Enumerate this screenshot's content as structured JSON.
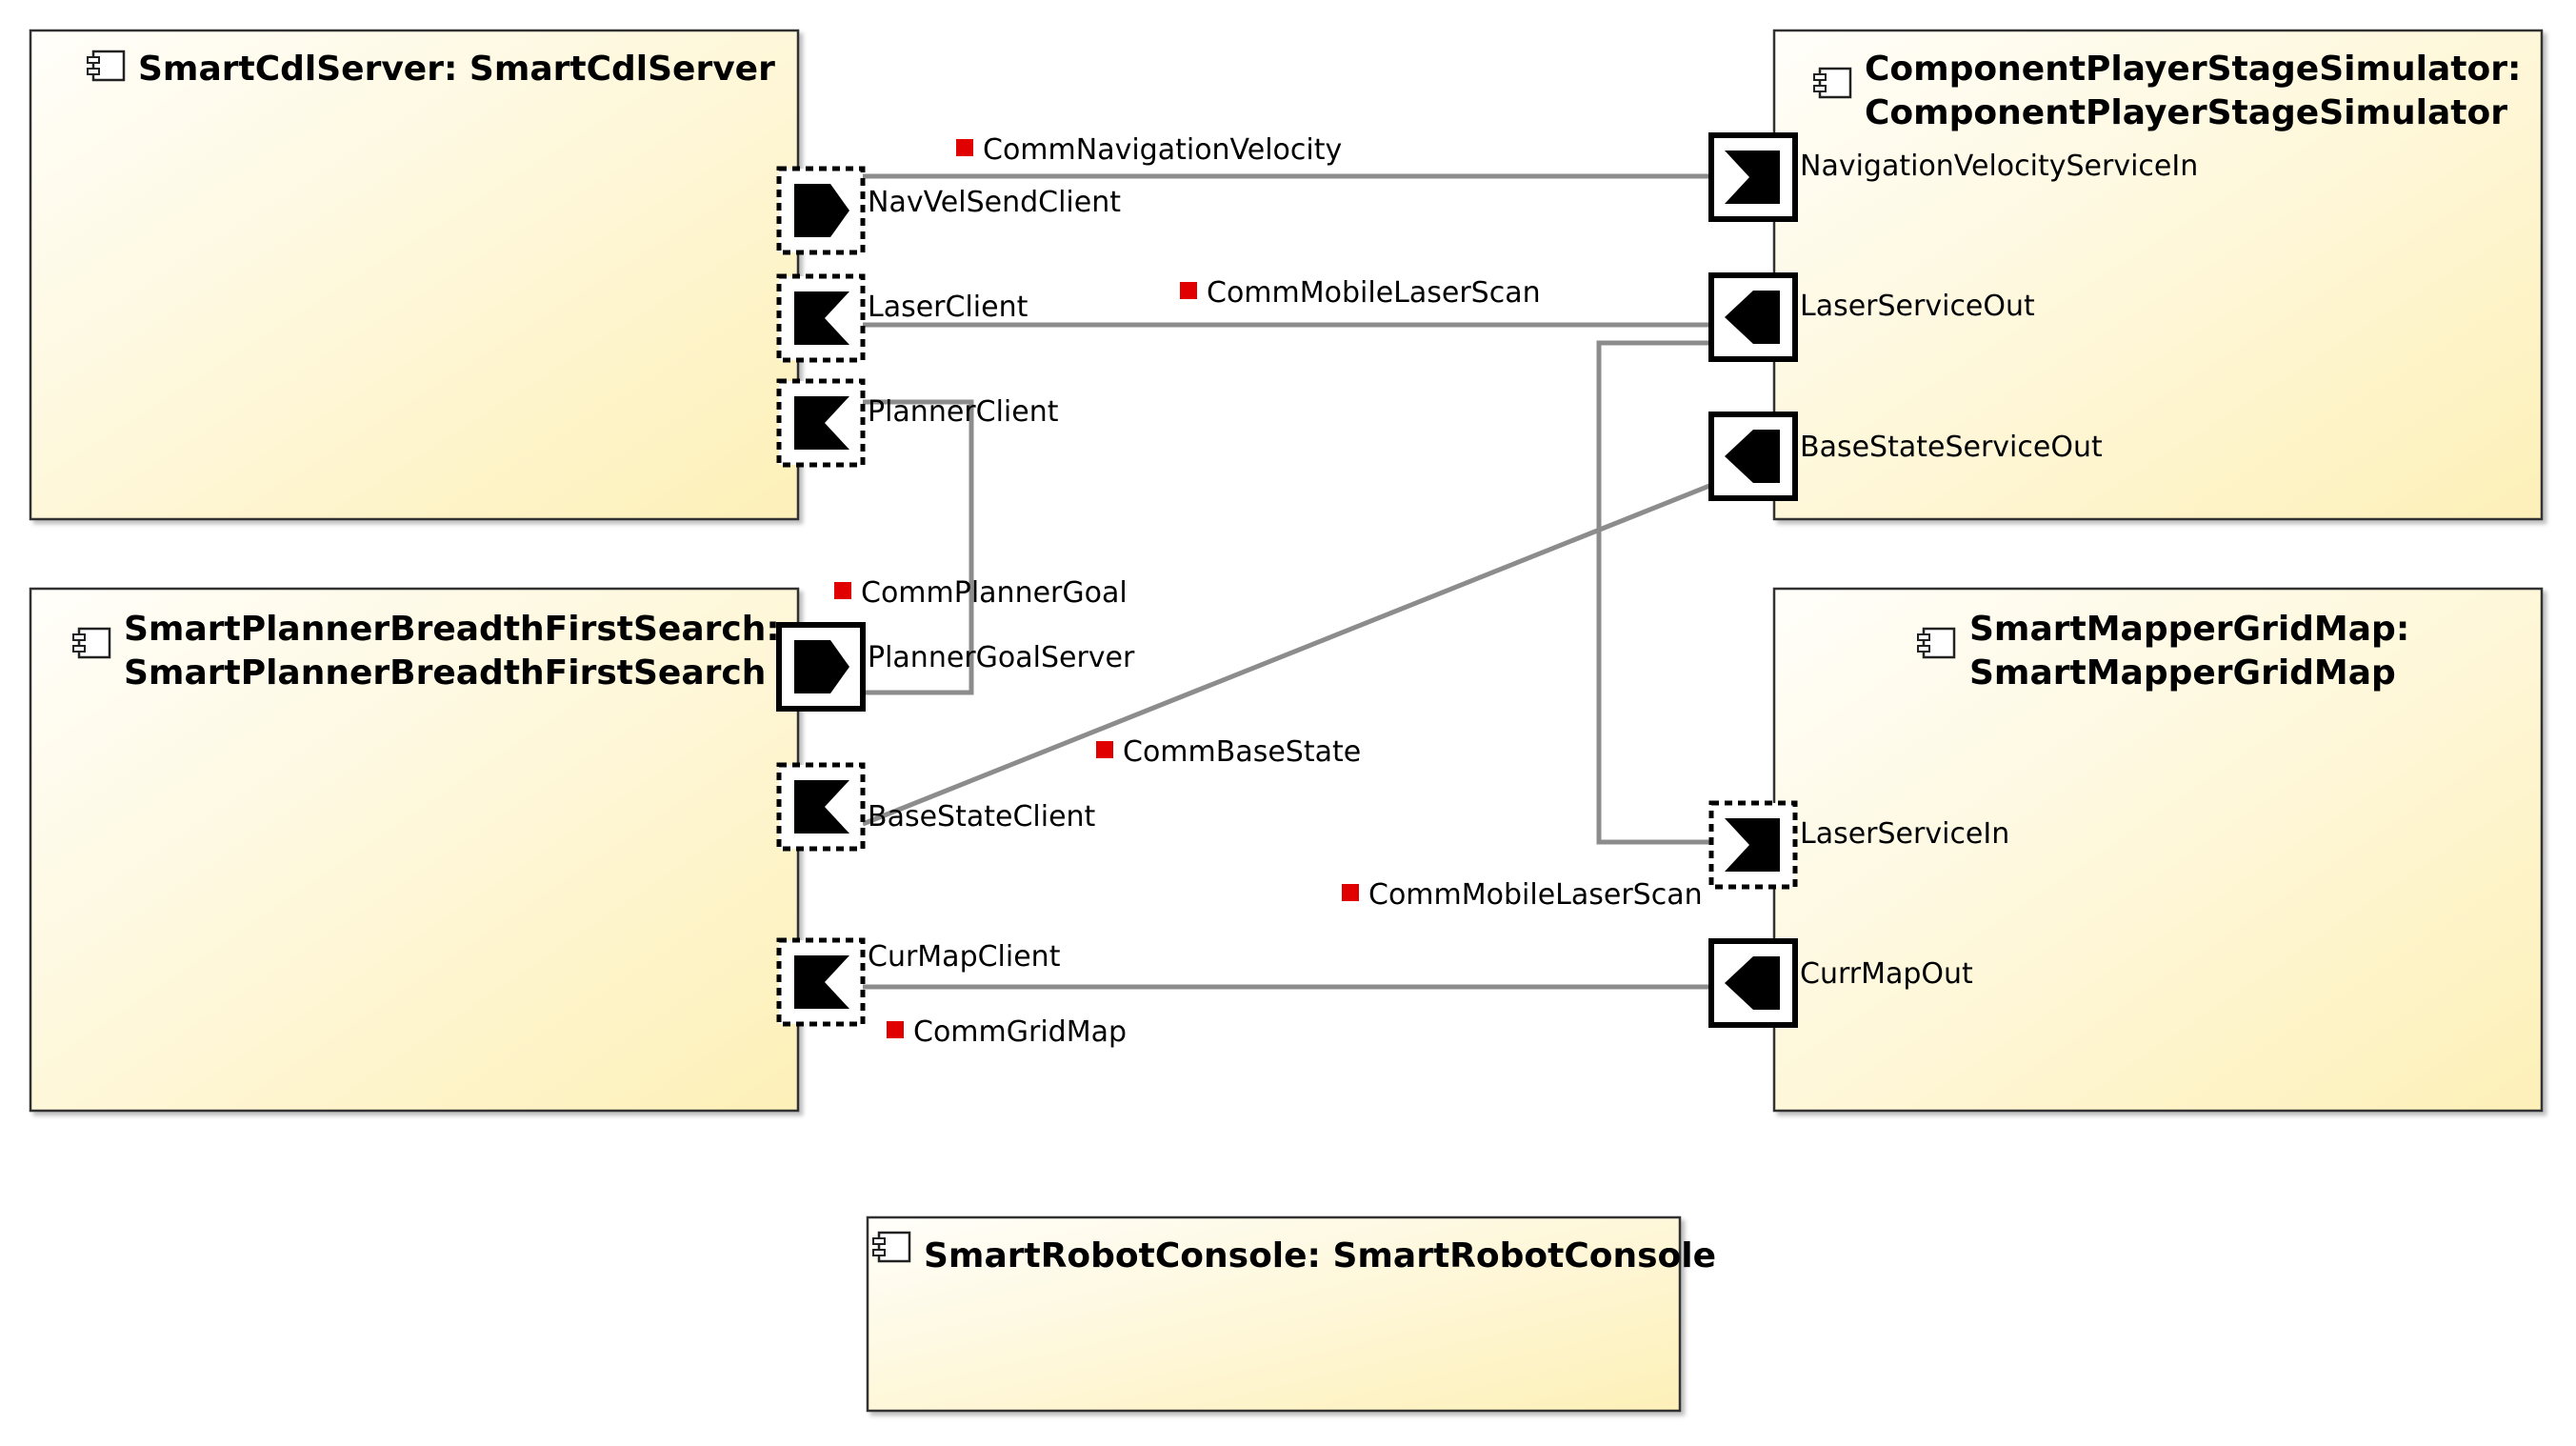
{
  "components": [
    {
      "id": "cdl",
      "title_lines": [
        "SmartCdlServer: SmartCdlServer"
      ],
      "icon": "component-icon"
    },
    {
      "id": "sim",
      "title_lines": [
        "ComponentPlayerStageSimulator:",
        "ComponentPlayerStageSimulator"
      ],
      "icon": "component-icon"
    },
    {
      "id": "planner",
      "title_lines": [
        "SmartPlannerBreadthFirstSearch:",
        "SmartPlannerBreadthFirstSearch"
      ],
      "icon": "component-icon"
    },
    {
      "id": "mapper",
      "title_lines": [
        "SmartMapperGridMap:",
        "SmartMapperGridMap"
      ],
      "icon": "component-icon"
    },
    {
      "id": "console",
      "title_lines": [
        "SmartRobotConsole: SmartRobotConsole"
      ],
      "icon": "component-icon"
    }
  ],
  "ports": {
    "navvel_send_client": "NavVelSendClient",
    "laser_client": "LaserClient",
    "planner_client": "PlannerClient",
    "planner_goal_server": "PlannerGoalServer",
    "base_state_client": "BaseStateClient",
    "cur_map_client": "CurMapClient",
    "navigation_velocity_service_in": "NavigationVelocityServiceIn",
    "laser_service_out": "LaserServiceOut",
    "base_state_service_out": "BaseStateServiceOut",
    "laser_service_in": "LaserServiceIn",
    "curr_map_out": "CurrMapOut"
  },
  "connections": [
    {
      "id": "c1",
      "label": "CommNavigationVelocity"
    },
    {
      "id": "c2",
      "label": "CommMobileLaserScan"
    },
    {
      "id": "c3",
      "label": "CommPlannerGoal"
    },
    {
      "id": "c4",
      "label": "CommBaseState"
    },
    {
      "id": "c5",
      "label": "CommMobileLaserScan"
    },
    {
      "id": "c6",
      "label": "CommGridMap"
    }
  ],
  "colors": {
    "box_fill_start": "#fffefa",
    "box_fill_end": "#fdf0b8",
    "box_border": "#333333",
    "wire": "#8c8c8c",
    "label_marker": "#e00000",
    "port_fill": "#000000"
  }
}
